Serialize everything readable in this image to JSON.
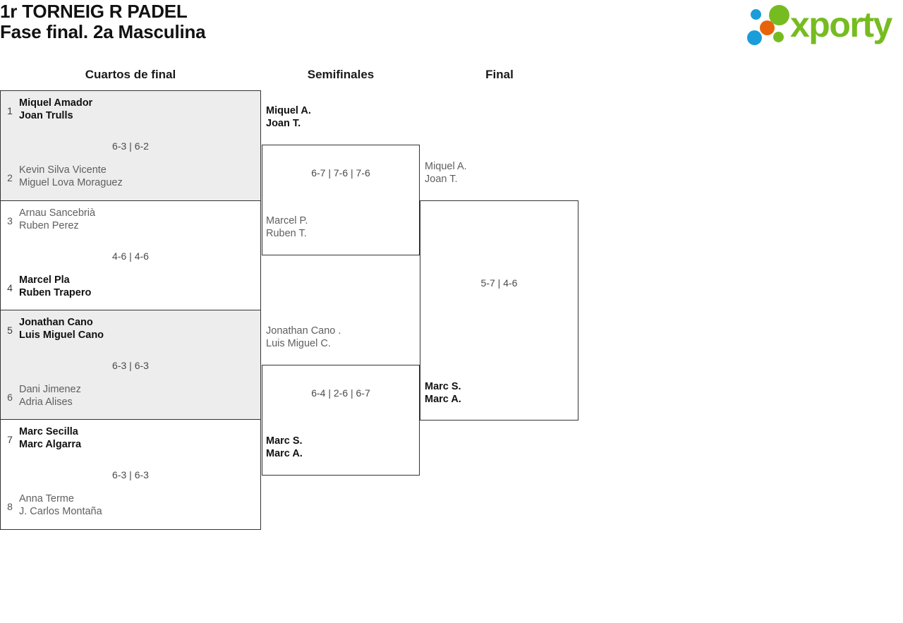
{
  "header": {
    "title_line1": "1r TORNEIG R PADEL",
    "title_line2": "Fase final. 2a Masculina",
    "logo_text": "xporty",
    "colors": {
      "logo_green": "#76bc21",
      "logo_blue": "#1b9dd9",
      "logo_orange": "#e8620c",
      "row_shade": "#ededed",
      "border": "#333333",
      "loser_text": "#5f5f5f"
    }
  },
  "columns": {
    "quarterfinals_label": "Cuartos de final",
    "semifinals_label": "Semifinales",
    "final_label": "Final"
  },
  "bracket": {
    "quarterfinals": [
      {
        "shaded": true,
        "score": "6-3 | 6-2",
        "top": {
          "seed": "1",
          "player1": "Miquel Amador",
          "player2": "Joan Trulls",
          "winner": true
        },
        "bottom": {
          "seed": "2",
          "player1": "Kevin Silva Vicente",
          "player2": "Miguel Lova Moraguez",
          "winner": false
        }
      },
      {
        "shaded": false,
        "score": "4-6 | 4-6",
        "top": {
          "seed": "3",
          "player1": "Arnau Sancebrià",
          "player2": "Ruben Perez",
          "winner": false
        },
        "bottom": {
          "seed": "4",
          "player1": "Marcel Pla",
          "player2": "Ruben Trapero",
          "winner": true
        }
      },
      {
        "shaded": true,
        "score": "6-3 | 6-3",
        "top": {
          "seed": "5",
          "player1": "Jonathan Cano",
          "player2": "Luis Miguel Cano",
          "winner": true
        },
        "bottom": {
          "seed": "6",
          "player1": "Dani Jimenez",
          "player2": "Adria Alises",
          "winner": false
        }
      },
      {
        "shaded": false,
        "score": "6-3 | 6-3",
        "top": {
          "seed": "7",
          "player1": "Marc Secilla",
          "player2": "Marc Algarra",
          "winner": true
        },
        "bottom": {
          "seed": "8",
          "player1": "Anna Terme",
          "player2": "J. Carlos Montaña",
          "winner": false
        }
      }
    ],
    "semifinals": [
      {
        "score": "6-7 | 7-6 | 7-6",
        "top": {
          "player1": "Miquel A.",
          "player2": "Joan T.",
          "winner": true
        },
        "bottom": {
          "player1": "Marcel P.",
          "player2": "Ruben T.",
          "winner": false
        }
      },
      {
        "score": "6-4 | 2-6 | 6-7",
        "top": {
          "player1": "Jonathan Cano .",
          "player2": "Luis Miguel C.",
          "winner": false
        },
        "bottom": {
          "player1": "Marc S.",
          "player2": "Marc A.",
          "winner": true
        }
      }
    ],
    "final": {
      "score": "5-7 | 4-6",
      "top": {
        "player1": "Miquel A.",
        "player2": "Joan T.",
        "winner": false
      },
      "bottom": {
        "player1": "Marc S.",
        "player2": "Marc A.",
        "winner": true
      }
    }
  }
}
